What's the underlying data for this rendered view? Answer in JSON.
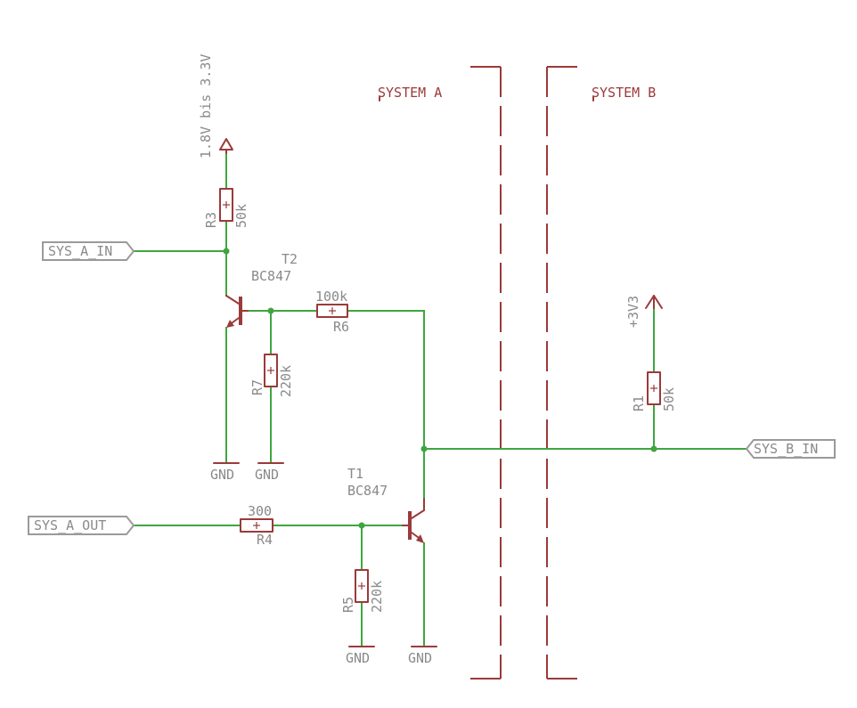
{
  "regions": {
    "system_a_label": "SYSTEM A",
    "system_b_label": "SYSTEM B"
  },
  "ports": {
    "sys_a_in": "SYS_A_IN",
    "sys_a_out": "SYS_A_OUT",
    "sys_b_in": "SYS_B_IN"
  },
  "supplies": {
    "vcc_a": "1.8V bis 3.3V",
    "vcc_b": "+3V3",
    "gnd": "GND"
  },
  "components": {
    "t1": {
      "name": "T1",
      "value": "BC847"
    },
    "t2": {
      "name": "T2",
      "value": "BC847"
    },
    "r1": {
      "name": "R1",
      "value": "50k"
    },
    "r3": {
      "name": "R3",
      "value": "50k"
    },
    "r4": {
      "name": "R4",
      "value": "300"
    },
    "r5": {
      "name": "R5",
      "value": "220k"
    },
    "r6": {
      "name": "R6",
      "value": "100k"
    },
    "r7": {
      "name": "R7",
      "value": "220k"
    }
  },
  "colors": {
    "wire": "#3fa63f",
    "part": "#9b3a3a",
    "label": "#8a8a8a"
  }
}
